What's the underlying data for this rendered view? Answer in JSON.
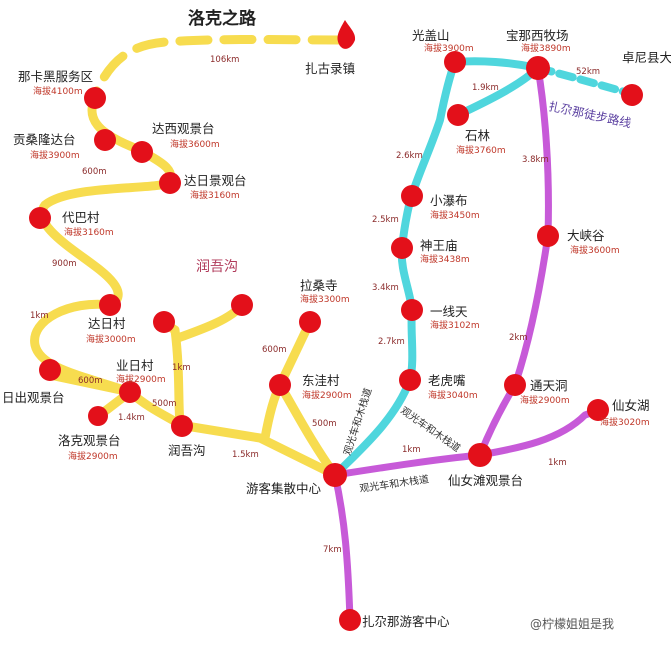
{
  "title": "洛克之路",
  "region_label": "润吾沟",
  "route_label": "扎尕那徒步路线",
  "watermark": "@柠檬姐姐是我",
  "colors": {
    "yellow_route": "#f7dc4f",
    "cyan_route": "#4fd6dd",
    "purple_route": "#c75ad8",
    "node": "#e3101a"
  },
  "places": [
    {
      "name": "扎古录镇",
      "altitude": ""
    },
    {
      "name": "那卡黑服务区",
      "altitude": "海拔4100m"
    },
    {
      "name": "贡桑隆达台",
      "altitude": "海拔3900m"
    },
    {
      "name": "达西观景台",
      "altitude": "海拔3600m"
    },
    {
      "name": "达日景观台",
      "altitude": "海拔3160m"
    },
    {
      "name": "代巴村",
      "altitude": "海拔3160m"
    },
    {
      "name": "达日村",
      "altitude": "海拔3000m"
    },
    {
      "name": "业日村",
      "altitude": "海拔2900m"
    },
    {
      "name": "日出观景台",
      "altitude": ""
    },
    {
      "name": "洛克观景台",
      "altitude": "海拔2900m"
    },
    {
      "name": "润吾沟",
      "altitude": ""
    },
    {
      "name": "拉桑寺",
      "altitude": "海拔3300m"
    },
    {
      "name": "东洼村",
      "altitude": "海拔2900m"
    },
    {
      "name": "游客集散中心",
      "altitude": ""
    },
    {
      "name": "扎尕那游客中心",
      "altitude": ""
    },
    {
      "name": "光盖山",
      "altitude": "海拔3900m"
    },
    {
      "name": "宝那西牧场",
      "altitude": "海拔3890m"
    },
    {
      "name": "卓尼县大峪沟",
      "altitude": ""
    },
    {
      "name": "石林",
      "altitude": "海拔3760m"
    },
    {
      "name": "小瀑布",
      "altitude": "海拔3450m"
    },
    {
      "name": "神王庙",
      "altitude": "海拔3438m"
    },
    {
      "name": "一线天",
      "altitude": "海拔3102m"
    },
    {
      "name": "老虎嘴",
      "altitude": "海拔3040m"
    },
    {
      "name": "大峡谷",
      "altitude": "海拔3600m"
    },
    {
      "name": "通天洞",
      "altitude": "海拔2900m"
    },
    {
      "name": "仙女湖",
      "altitude": "海拔3020m"
    },
    {
      "name": "仙女滩观景台",
      "altitude": ""
    }
  ],
  "distances": [
    "106km",
    "600m",
    "900m",
    "1km",
    "600m",
    "1.4km",
    "500m",
    "1km",
    "1.5km",
    "600m",
    "500m",
    "7km",
    "1.9km",
    "2.6km",
    "2.5km",
    "3.4km",
    "2.7km",
    "52km",
    "3.8km",
    "2km",
    "1km",
    "1km"
  ],
  "road_labels": [
    "观光车和木栈道",
    "观光车和木栈道",
    "观光车和木栈道"
  ]
}
